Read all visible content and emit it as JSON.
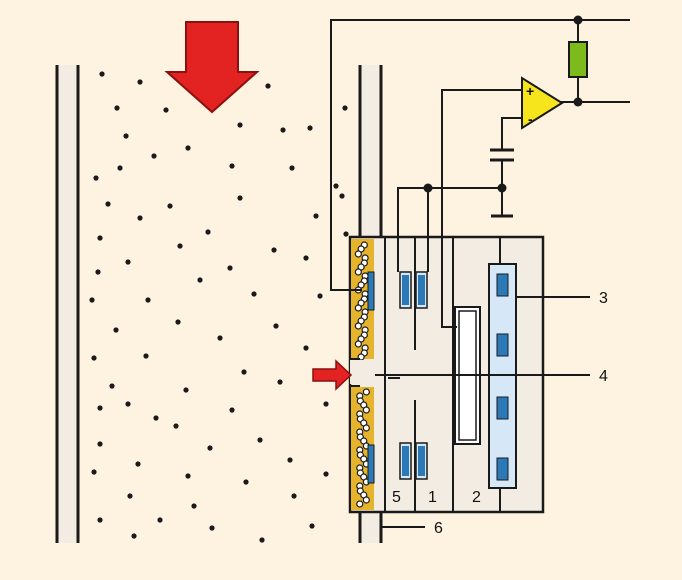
{
  "colors": {
    "background": "#fdf3e0",
    "wall_fill": "#f3ece2",
    "line": "#1a1a1a",
    "arrow_red": "#e32222",
    "amplifier_yellow": "#f6e51c",
    "resistor_green": "#7dbb1d",
    "filter_ochre": "#e6b32c",
    "heater_blue": "#2c79b8",
    "heater_panel": "#d6e8f7"
  },
  "icons": {
    "flow_arrow": "large-red-down-arrow",
    "inlet_arrow": "small-red-right-arrow",
    "amplifier": "op-amp-triangle",
    "resistor": "resistor-rectangle",
    "capacitor": "capacitor-plates"
  },
  "amplifier": {
    "plus": "+",
    "minus": "-"
  },
  "labels": {
    "l1": "1",
    "l2": "2",
    "l3": "3",
    "l4": "4",
    "l5": "5",
    "l6": "6"
  }
}
